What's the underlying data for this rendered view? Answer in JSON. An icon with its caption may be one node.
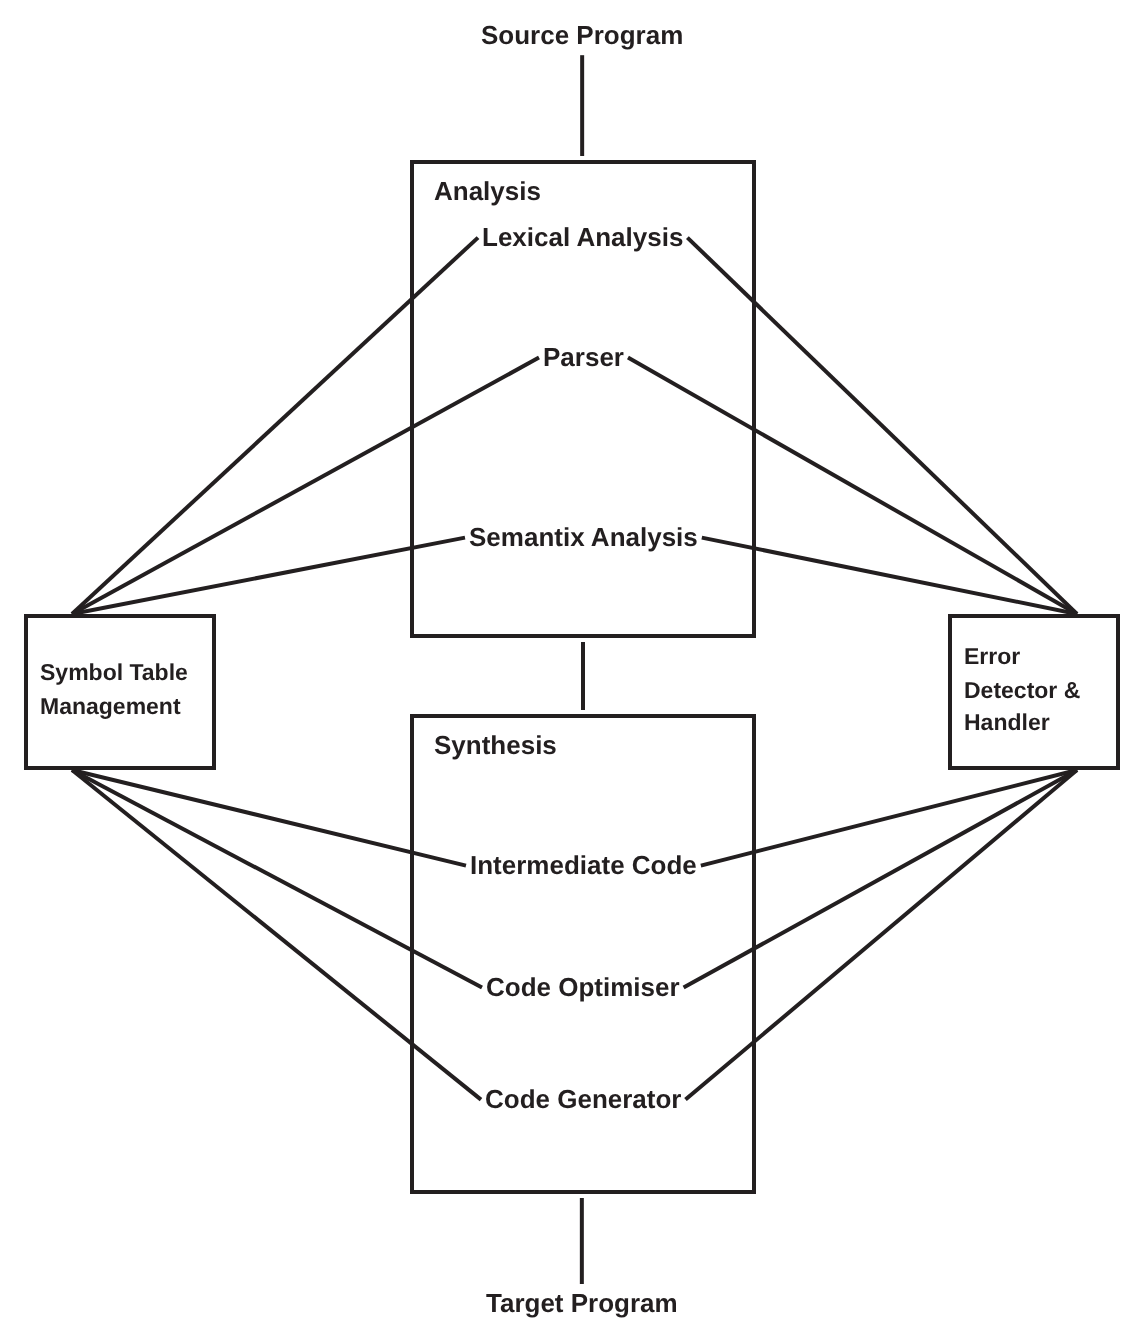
{
  "diagram": {
    "nodes": [
      {
        "text": [
          "Source Program"
        ]
      },
      {
        "text": [
          "Analysis"
        ]
      },
      {
        "text": [
          "Lexical Analysis"
        ],
        "in": 1
      },
      {
        "text": [
          "Parser"
        ],
        "in": 1
      },
      {
        "text": [
          "Semantix Analysis"
        ],
        "in": 1
      },
      {
        "text": [
          "Symbol Table Management"
        ]
      },
      {
        "text": [
          "Error Detector & Handler"
        ]
      },
      {
        "text": [
          "Synthesis"
        ]
      },
      {
        "text": [
          "Intermediate Code"
        ],
        "in": 7
      },
      {
        "text": [
          "Code Optimiser"
        ],
        "in": 7
      },
      {
        "text": [
          "Code Generator"
        ],
        "in": 7
      },
      {
        "text": [
          "Target Program"
        ]
      }
    ],
    "edges": [
      {
        "from": 0,
        "to": 1,
        "arrow": "none"
      },
      {
        "from": 1,
        "to": 7,
        "arrow": "none"
      },
      {
        "from": 7,
        "to": 11,
        "arrow": "none"
      },
      {
        "from": 5,
        "to": 2,
        "arrow": "none"
      },
      {
        "from": 5,
        "to": 3,
        "arrow": "none"
      },
      {
        "from": 5,
        "to": 4,
        "arrow": "none"
      },
      {
        "from": 5,
        "to": 8,
        "arrow": "none"
      },
      {
        "from": 5,
        "to": 9,
        "arrow": "none"
      },
      {
        "from": 5,
        "to": 10,
        "arrow": "none"
      },
      {
        "from": 6,
        "to": 2,
        "arrow": "none"
      },
      {
        "from": 6,
        "to": 3,
        "arrow": "none"
      },
      {
        "from": 6,
        "to": 4,
        "arrow": "none"
      },
      {
        "from": 6,
        "to": 8,
        "arrow": "none"
      },
      {
        "from": 6,
        "to": 9,
        "arrow": "none"
      },
      {
        "from": 6,
        "to": 10,
        "arrow": "none"
      }
    ]
  }
}
